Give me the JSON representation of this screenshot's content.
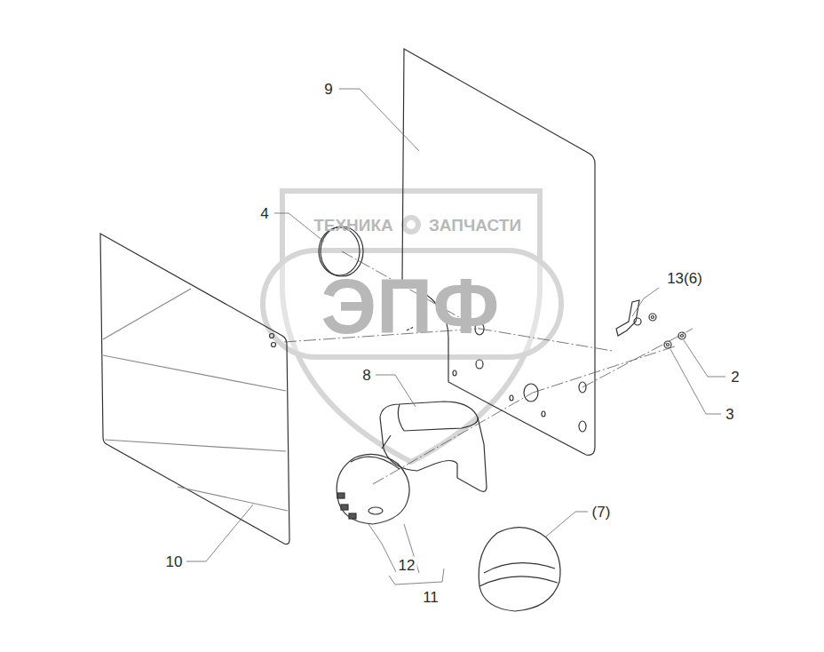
{
  "diagram": {
    "labels": [
      "9",
      "4",
      "13(6)",
      "2",
      "3",
      "8",
      "10",
      "12",
      "11",
      "(7)",
      "ТЕХНИКА",
      "ЗАПЧАСТИ",
      "ЭПФ"
    ]
  }
}
